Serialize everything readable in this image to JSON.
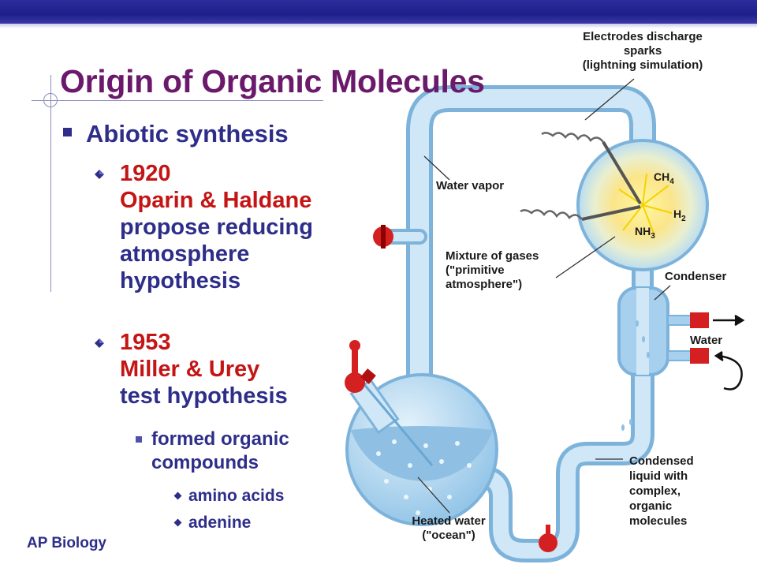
{
  "slide": {
    "title": "Origin of Organic Molecules",
    "footer": "AP Biology"
  },
  "bullets": {
    "level1": "Abiotic synthesis",
    "entry1": {
      "year": "1920",
      "who": "Oparin & Haldane",
      "lines": [
        "propose reducing",
        "atmosphere",
        "hypothesis"
      ]
    },
    "entry2": {
      "year": "1953",
      "who": "Miller & Urey",
      "lines": [
        "test hypothesis"
      ]
    },
    "sub": [
      "formed organic",
      "compounds"
    ],
    "subsub": [
      "amino acids",
      "adenine"
    ]
  },
  "diagram": {
    "labels": {
      "electrodes": [
        "Electrodes discharge",
        "sparks",
        "(lightning simulation)"
      ],
      "water_vapor": "Water vapor",
      "mixture": [
        "Mixture of gases",
        "(\"primitive",
        "atmosphere\")"
      ],
      "condenser": "Condenser",
      "water": "Water",
      "condensed": [
        "Condensed",
        "liquid with",
        "complex,",
        "organic",
        "molecules"
      ],
      "heated": [
        "Heated water",
        "(\"ocean\")"
      ]
    },
    "gases": {
      "ch4": {
        "base": "CH",
        "sub": "4"
      },
      "h2": {
        "base": "H",
        "sub": "2"
      },
      "nh3": {
        "base": "NH",
        "sub": "3"
      }
    }
  },
  "colors": {
    "title": "#6b1a6b",
    "text_blue": "#2e2e8a",
    "text_red": "#c41414",
    "glass": "#a9d3ee",
    "stopcock": "#d42020"
  }
}
